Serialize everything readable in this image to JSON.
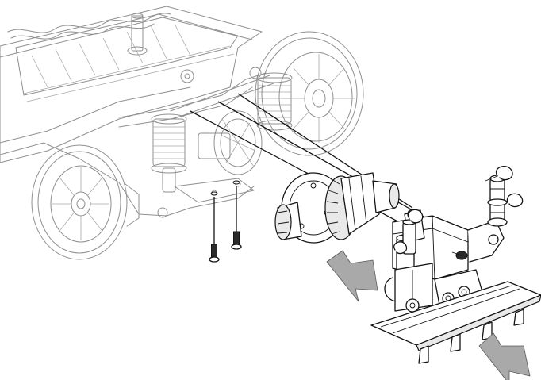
{
  "diagram": {
    "kind": "exploded-assembly-illustration",
    "colors": {
      "background": "#ffffff",
      "ghost_chassis_line": "#8f8f8f",
      "part_line": "#141414",
      "part_fill": "#e9e9e9",
      "motion_arrow": "#a9a9a9"
    },
    "icons": [
      "chassis-outline",
      "rear-wheel",
      "front-wheel",
      "shock-absorber",
      "screw",
      "differential-gear",
      "rear-bulkhead",
      "body-post",
      "body-clip",
      "rear-wing",
      "motion-arrow"
    ],
    "removed_screw_count": 2,
    "motion_arrow_count": 2
  }
}
